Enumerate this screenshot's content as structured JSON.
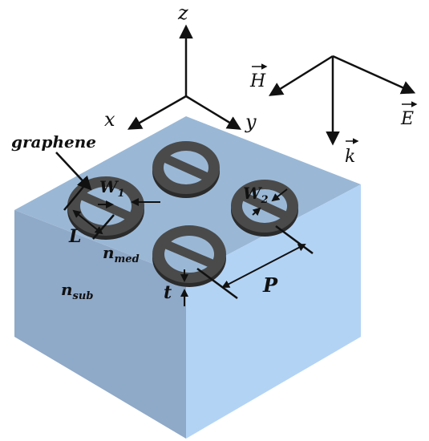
{
  "axes": {
    "z": "z",
    "x": "x",
    "y": "y"
  },
  "field": {
    "H": "H",
    "E": "E",
    "k": "k"
  },
  "labels": {
    "graphene": "graphene",
    "w1": "W",
    "w1_sub": "1",
    "w2": "W",
    "w2_sub": "2",
    "L": "L",
    "n_med": "n",
    "n_med_sub": "med",
    "n_sub": "n",
    "n_sub_sub": "sub",
    "t": "t",
    "P": "P"
  },
  "colors": {
    "cube_top": "#9ab8d6",
    "cube_left": "#8fa9c8",
    "cube_right": "#b3d3f5",
    "ring": "#4a4a4a",
    "ring_edge": "#2b2b2b"
  }
}
